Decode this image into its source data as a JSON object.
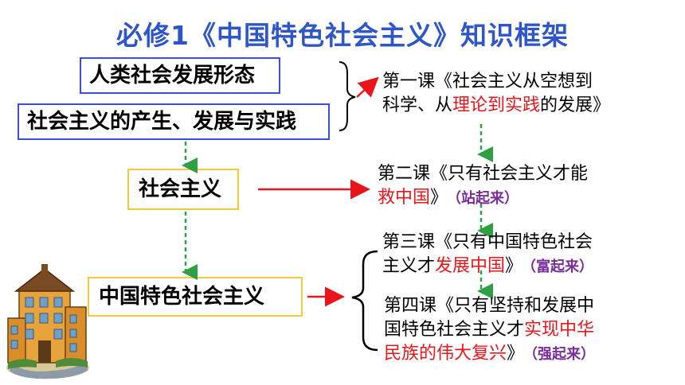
{
  "title": "必修1《中国特色社会主义》知识框架",
  "boxes": {
    "human_society": "人类社会发展形态",
    "socialism_origin": "社会主义的产生、发展与实践",
    "socialism": "社会主义",
    "cn_socialism": "中国特色社会主义"
  },
  "lessons": {
    "l1": {
      "line1": "第一课《社会主义从空想到",
      "line2_a": "科学、从",
      "line2_red": "理论到实践",
      "line2_b": "的发展》"
    },
    "l2": {
      "line1": "第二课《只有社会主义才能",
      "line2_red": "救中国",
      "line2_b": "》",
      "tag": "（站起来）"
    },
    "l3": {
      "line1": "第三课《只有中国特色社会",
      "line2_a": "主义才",
      "line2_red": "发展中国",
      "line2_b": "》",
      "tag": "（富起来）"
    },
    "l4": {
      "line1": "第四课《只有坚持和发展中",
      "line2_a": "国特色社会主义才",
      "line2_red": "实现中华",
      "line3_red": "民族的伟大复兴",
      "line3_b": "》",
      "tag": "（强起来）"
    }
  },
  "colors": {
    "title": "#2E56C8",
    "box_blue": "#3B4FD6",
    "box_gold": "#F2C83C",
    "arrow_red": "#E8161B",
    "dash_green": "#2EA043",
    "tag_purple": "#7A2C9C"
  },
  "icons": {
    "building": "school-building-icon"
  }
}
